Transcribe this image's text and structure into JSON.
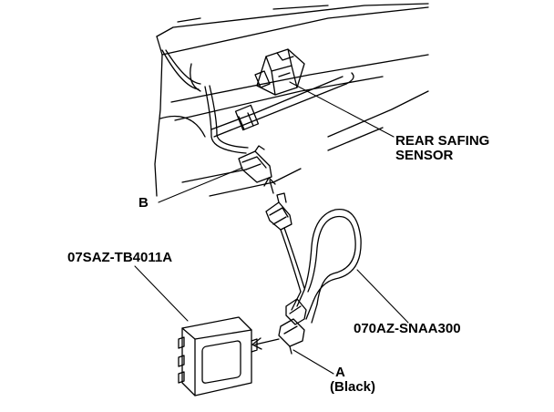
{
  "labels": {
    "rear_sensor_line1": "REAR SAFING",
    "rear_sensor_line2": "SENSOR",
    "connector_b": "B",
    "tool_box": "07SAZ-TB4011A",
    "harness": "070AZ-SNAA300",
    "connector_a": "A",
    "connector_a_color": "(Black)"
  },
  "colors": {
    "line": "#000000",
    "background": "#ffffff"
  }
}
